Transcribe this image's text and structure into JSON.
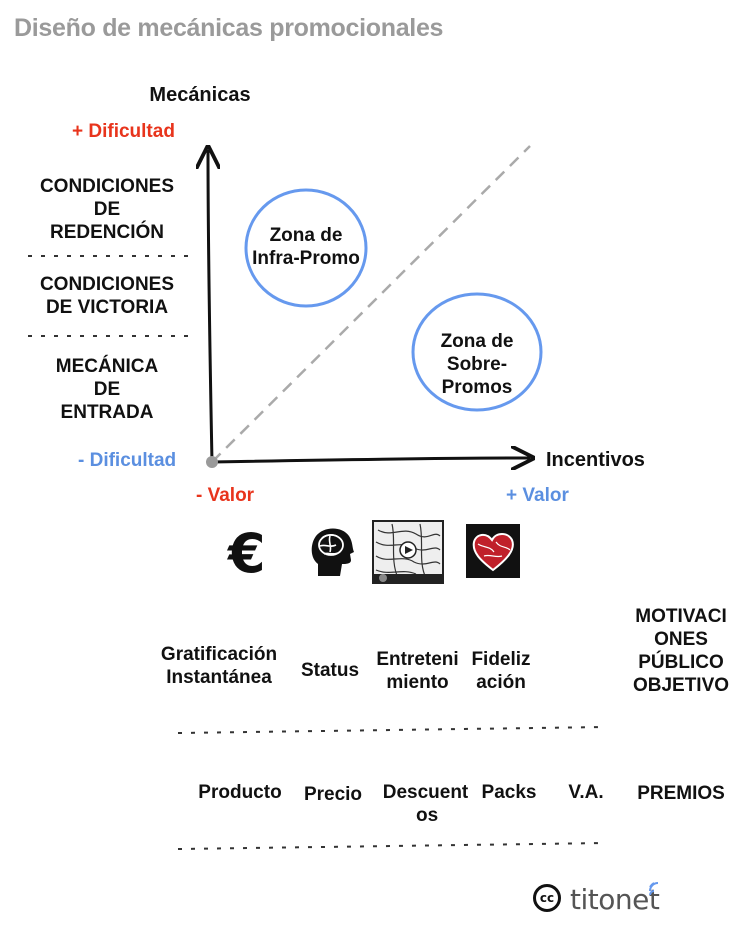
{
  "title": "Diseño de mecánicas promocionales",
  "axes": {
    "y_label": "Mecánicas",
    "x_label": "Incentivos",
    "y_max_label": "+ Dificultad",
    "y_min_label": "- Dificultad",
    "x_min_label": "- Valor",
    "x_max_label": "+ Valor"
  },
  "bands": [
    {
      "label_lines": [
        "CONDICIONES",
        "DE",
        "REDENCIÓN"
      ]
    },
    {
      "label_lines": [
        "CONDICIONES",
        "DE VICTORIA"
      ]
    },
    {
      "label_lines": [
        "MECÁNICA",
        "DE",
        "ENTRADA"
      ]
    }
  ],
  "zones": [
    {
      "label_lines": [
        "Zona de",
        "Infra-Promo"
      ]
    },
    {
      "label_lines": [
        "Zona de",
        "Sobre-Promos"
      ]
    }
  ],
  "icons": [
    "euro-icon",
    "brain-icon",
    "video-thumbnail-icon",
    "heart-icon"
  ],
  "motivations": [
    {
      "label_lines": [
        "Gratificación",
        "Instantánea"
      ]
    },
    {
      "label_lines": [
        "Status"
      ]
    },
    {
      "label_lines": [
        "Entreteni",
        "miento"
      ]
    },
    {
      "label_lines": [
        "Fideliz",
        "ación"
      ]
    }
  ],
  "motivations_header": [
    "MOTIVACI",
    "ONES",
    "PÚBLICO",
    "OBJETIVO"
  ],
  "prizes": [
    {
      "label_lines": [
        "Producto"
      ]
    },
    {
      "label_lines": [
        "Precio"
      ]
    },
    {
      "label_lines": [
        "Descuent",
        "os"
      ]
    },
    {
      "label_lines": [
        "Packs"
      ]
    },
    {
      "label_lines": [
        "V.A."
      ]
    }
  ],
  "prizes_header": "PREMIOS",
  "logo": {
    "cc": "cc",
    "brand": "titonet"
  },
  "colors": {
    "accent_red": "#e8341c",
    "accent_blue": "#5b8fe0",
    "circle": "#6699ee",
    "title_gray": "#9a9a9a"
  }
}
